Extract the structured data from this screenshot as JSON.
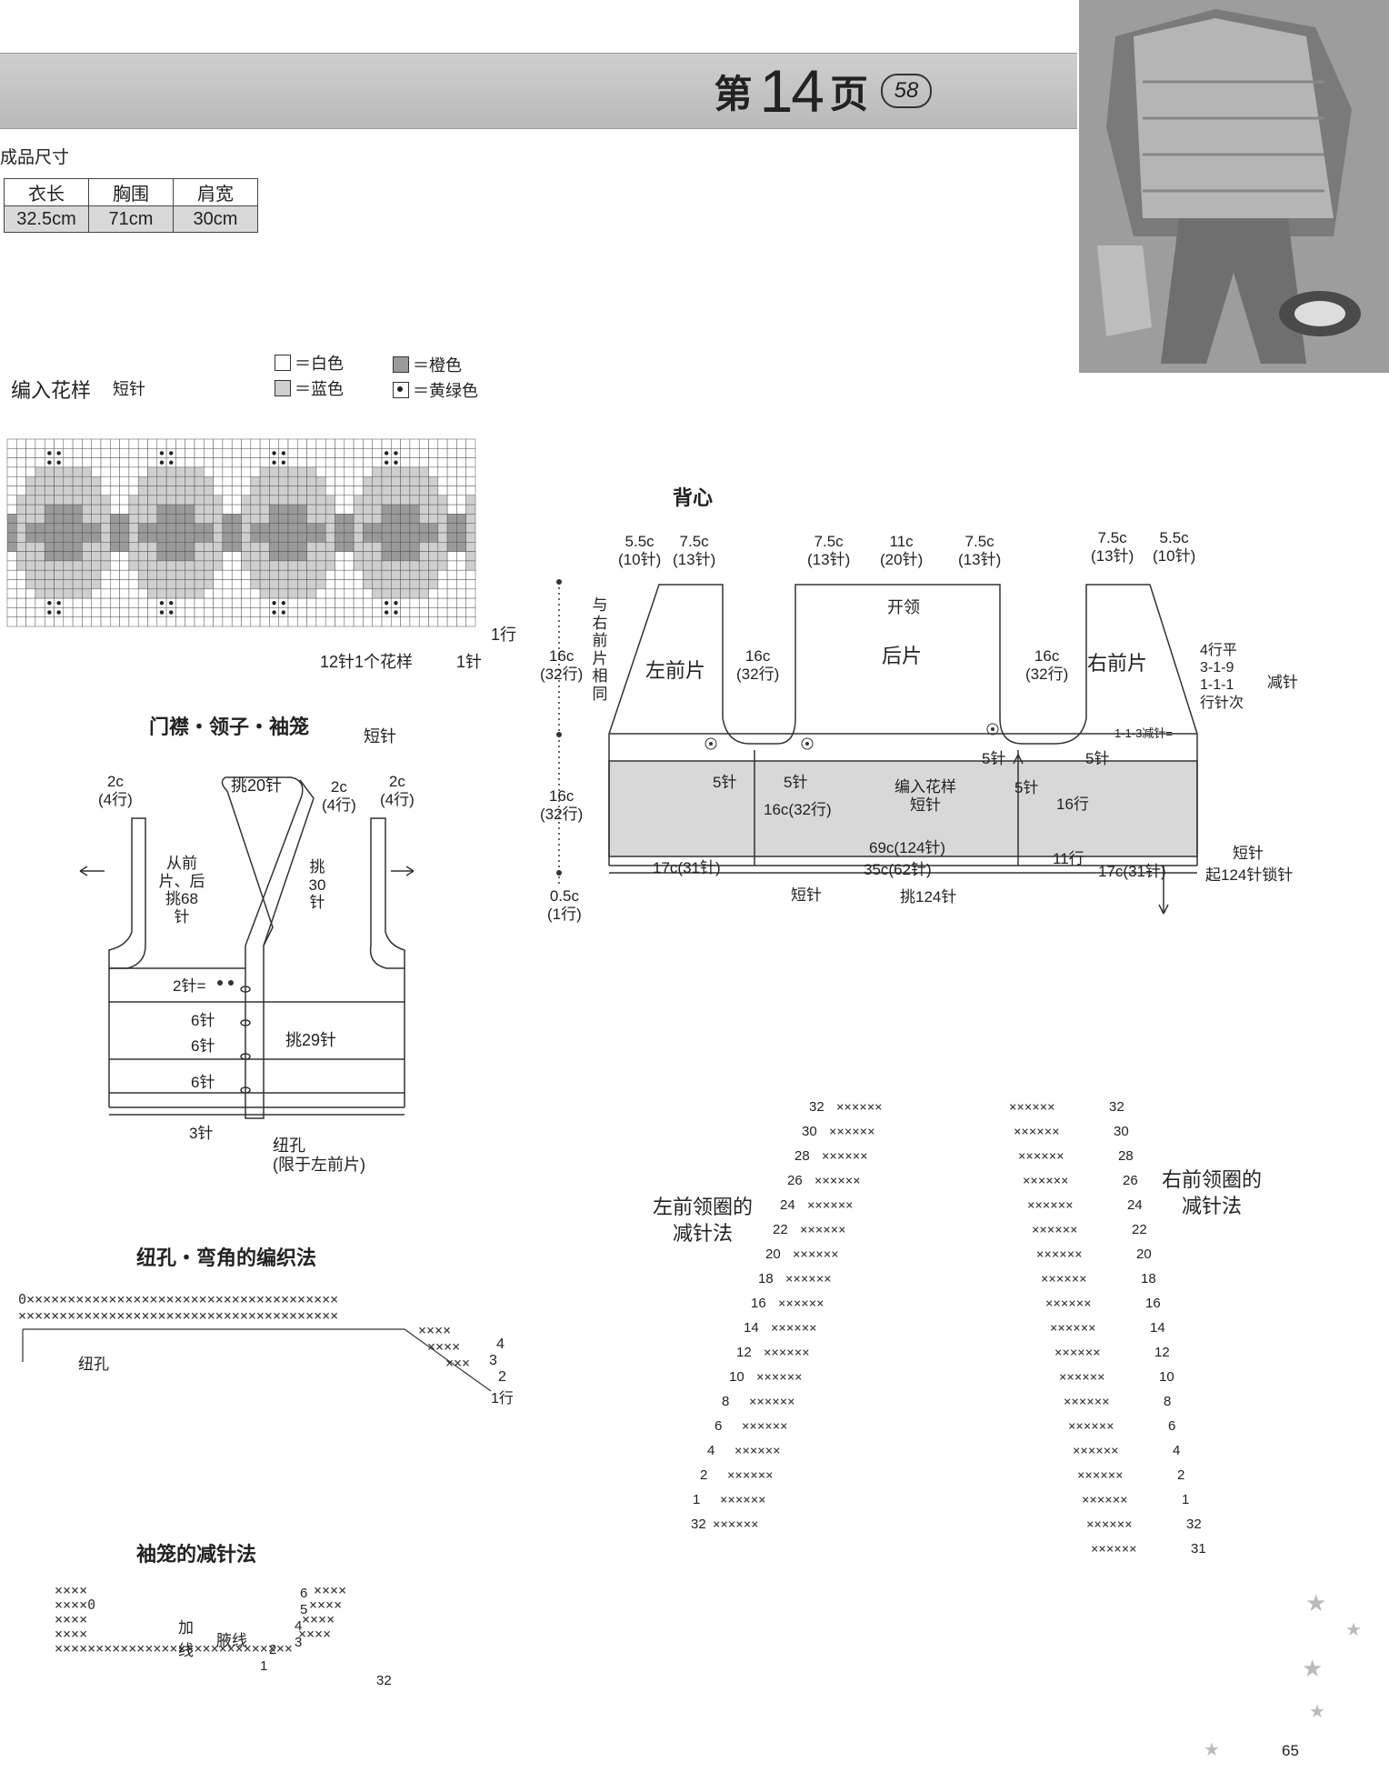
{
  "header": {
    "page_prefix": "第",
    "page_number": "14",
    "page_suffix": "页",
    "badge": "58"
  },
  "size_section": {
    "title": "成品尺寸",
    "columns": [
      "衣长",
      "胸围",
      "肩宽"
    ],
    "values": [
      "32.5cm",
      "71cm",
      "30cm"
    ]
  },
  "pattern": {
    "title": "编入花样",
    "stitch": "短针",
    "legend": [
      {
        "label": "＝白色",
        "color": "#ffffff",
        "icon": "square-icon"
      },
      {
        "label": "＝蓝色",
        "color": "#cfcfcf",
        "icon": "square-icon"
      },
      {
        "label": "＝橙色",
        "color": "#9a9a9a",
        "icon": "square-icon"
      },
      {
        "label": "＝黄绿色",
        "color": "#ffffff",
        "icon": "dot-square-icon"
      }
    ],
    "repeat_label": "12针1个花样",
    "row_label": "1行",
    "stitch_label": "1针"
  },
  "vest": {
    "title": "背心",
    "top_dims": [
      "5.5c",
      "(10针)",
      "7.5c",
      "(13针)",
      "7.5c",
      "(13针)",
      "11c",
      "(20针)",
      "7.5c",
      "(13针)",
      "7.5c",
      "(13针)",
      "5.5c",
      "(10针)"
    ],
    "left_front": "左前片",
    "back": "后片",
    "right_front": "右前片",
    "neck": "开领",
    "same_note": "与右前片相同",
    "armhole_depth": "16c",
    "armhole_rows": "(32行)",
    "body_depth": "16c",
    "body_rows": "(32行)",
    "hem_depth": "0.5c",
    "hem_rows": "(1行)",
    "pattern_band": "编入花样",
    "pattern_stitch": "短针",
    "five_st": "5针",
    "band_mid": "16c(32行)",
    "rows_16": "16行",
    "rows_11": "11行",
    "width_69": "69c(124针)",
    "width_35": "35c(62针)",
    "width_17": "17c(31针)",
    "dec_rows": "4行平\n3-1-9\n1-1-1\n行针次",
    "dec_label": "减针",
    "dec_note": "1-1-3减针=",
    "sc_label": "短针",
    "cast_on": "起124针锁针",
    "bottom_sc": "短针",
    "pick_124": "挑124针"
  },
  "placket": {
    "title": "门襟・领子・袖笼",
    "stitch": "短针",
    "pick_20": "挑20针",
    "two_c": "2c",
    "four_rows": "(4行)",
    "pick_68": "从前片、后挑68针",
    "pick_30": "挑30针",
    "two_st": "2针=",
    "six_st": "6针",
    "pick_29": "挑29针",
    "three_st": "3针",
    "buttonhole": "纽孔",
    "left_only": "(限于左前片)"
  },
  "buttonhole_section": {
    "title": "纽孔・弯角的编织法",
    "label": "纽孔",
    "rows": [
      "4",
      "3",
      "2",
      "1行"
    ]
  },
  "armhole_section": {
    "title": "袖笼的减针法",
    "add_line": "加线",
    "underarm": "腋线",
    "rows": [
      "6",
      "5",
      "4",
      "3",
      "2",
      "1",
      "32"
    ]
  },
  "neck_left": {
    "title": "左前领圈的\n减针法",
    "rows": [
      "32",
      "30",
      "28",
      "26",
      "24",
      "22",
      "20",
      "18",
      "16",
      "14",
      "12",
      "10",
      "8",
      "6",
      "4",
      "2",
      "1",
      "32"
    ]
  },
  "neck_right": {
    "title": "右前领圈的\n减针法",
    "rows": [
      "32",
      "30",
      "28",
      "26",
      "24",
      "22",
      "20",
      "18",
      "16",
      "14",
      "12",
      "10",
      "8",
      "6",
      "4",
      "2",
      "1",
      "32",
      "31"
    ]
  },
  "footer": {
    "page": "65"
  }
}
